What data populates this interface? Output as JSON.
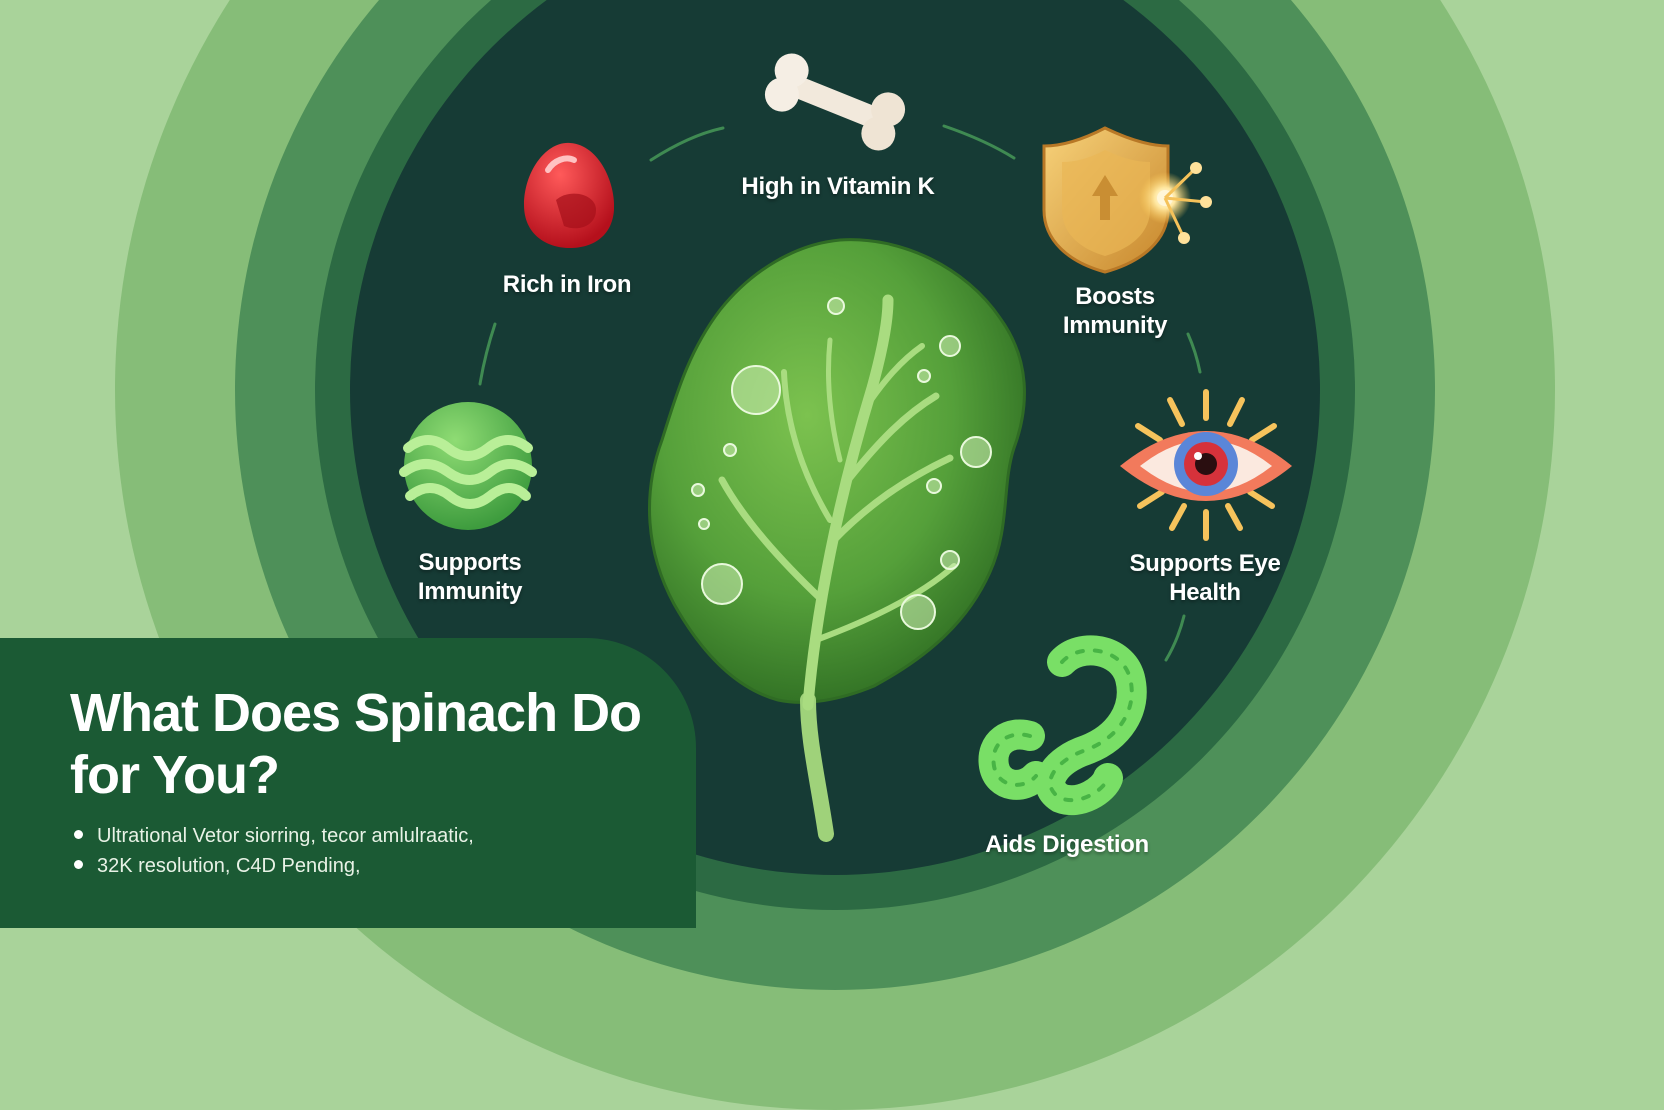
{
  "title": "What Does Spinach Do for You?",
  "benefits": {
    "vitamin_k": {
      "label": "High in Vitamin K",
      "icon": "bone-icon"
    },
    "iron": {
      "label": "Rich in Iron",
      "icon": "blood-drop-icon"
    },
    "boosts_immunity": {
      "label": "Boosts Immunity",
      "icon": "shield-icon"
    },
    "supports_immunity": {
      "label": "Supports Immunity",
      "icon": "wave-ball-icon"
    },
    "eye_health": {
      "label": "Supports Eye Health",
      "icon": "eye-icon"
    },
    "digestion": {
      "label": "Aids Digestion",
      "icon": "intestine-icon"
    }
  },
  "center_icon": "spinach-leaf-icon",
  "bullets": [
    "Ultrational Vetor siorring, tecor amlulraatic,",
    "32K resolution, C4D Pending,"
  ],
  "colors": {
    "background": "#a9d39a",
    "core_circle": "#163b35",
    "panel": "#1b5a34",
    "leaf": "#5aa53c",
    "iron_red": "#d81d2c",
    "shield_gold": "#e0a73f",
    "digestion_green": "#7fe36a"
  }
}
